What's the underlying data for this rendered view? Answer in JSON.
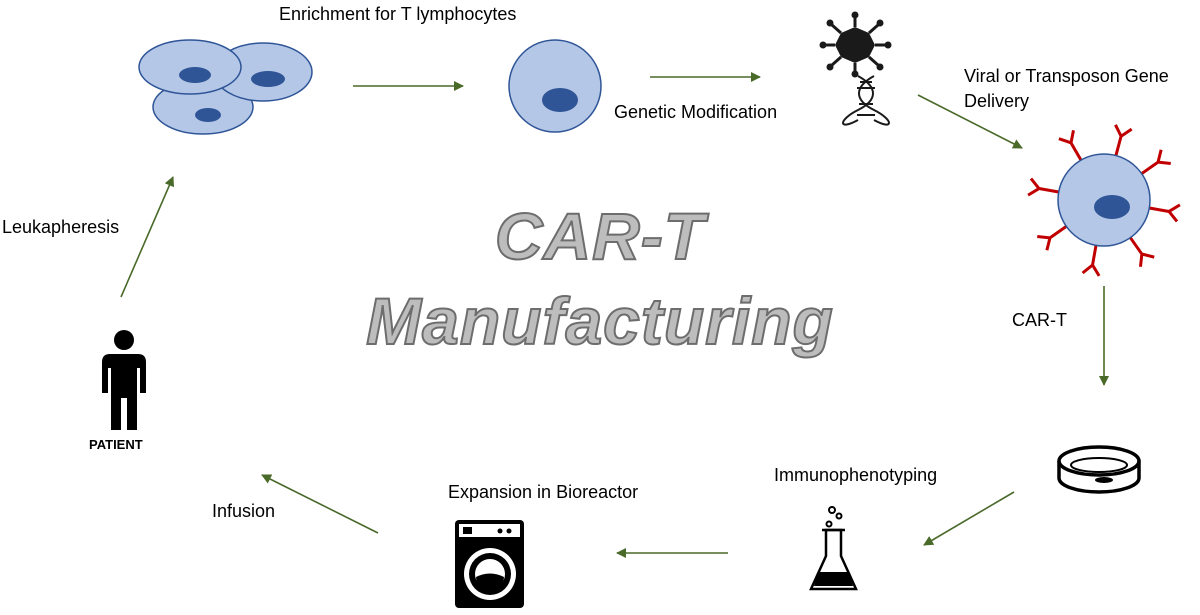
{
  "title": {
    "line1": "CAR-T",
    "line2": "Manufacturing"
  },
  "labels": {
    "enrichment": "Enrichment for T lymphocytes",
    "genetic_modification": "Genetic Modification",
    "viral_line1": "Viral or Transposon Gene",
    "viral_line2": "Delivery",
    "car_t": "CAR-T",
    "immunophenotyping": "Immunophenotyping",
    "expansion": "Expansion in Bioreactor",
    "infusion": "Infusion",
    "leukapheresis": "Leukapheresis",
    "patient": "PATIENT"
  },
  "icons": [
    "cell-cluster-icon",
    "t-cell-icon",
    "virus-icon",
    "dna-icon",
    "car-t-cell-icon",
    "petri-dish-icon",
    "flask-icon",
    "bioreactor-icon",
    "patient-icon"
  ],
  "colors": {
    "cell_fill": "#b4c7e7",
    "cell_stroke": "#2f5597",
    "nucleus": "#2f5597",
    "receptor": "#c00000",
    "arrow": "#4a6a2a",
    "title_fill": "#bdbdbd",
    "title_stroke": "#6d6d6d"
  }
}
